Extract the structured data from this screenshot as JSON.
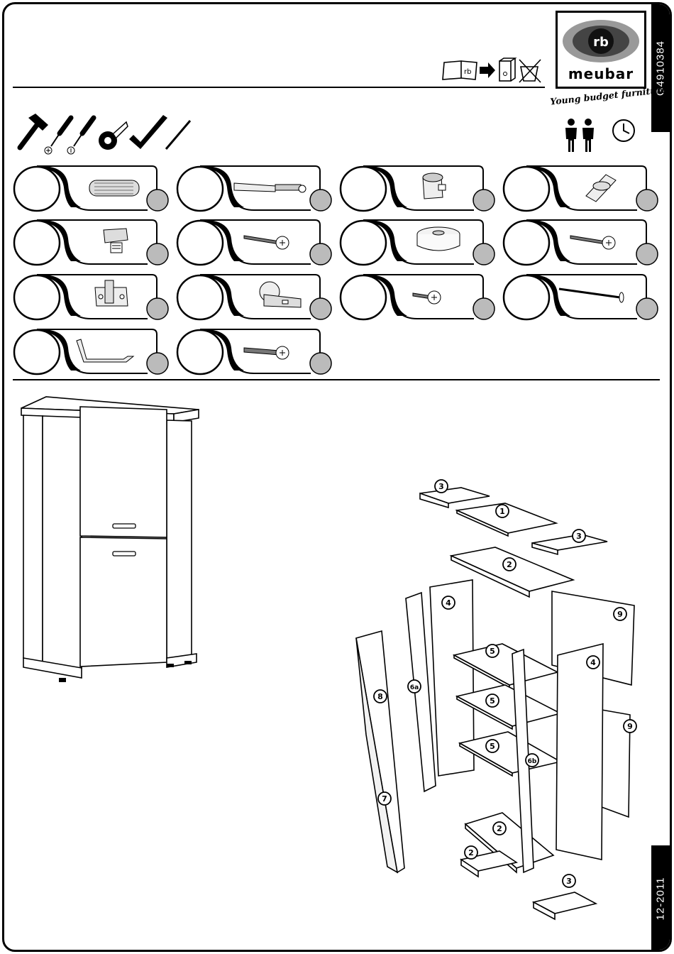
{
  "document": {
    "code": "G4910384",
    "date": "12-2011",
    "brand": "meubar",
    "brand_monogram": "rb",
    "slogan": "Young budget furniture"
  },
  "header_icons": [
    "manual-book-icon",
    "arrow-right-icon",
    "binder-icon",
    "no-wet-cleaning-icon"
  ],
  "tools": [
    "hammer-icon",
    "phillips-screwdriver-icon",
    "flat-screwdriver-icon",
    "tape-measure-icon",
    "square-ruler-icon",
    "pencil-icon"
  ],
  "requirements": [
    "two-persons-icon",
    "clock-icon"
  ],
  "hardware": [
    {
      "icon": "wooden-dowel-icon"
    },
    {
      "icon": "cam-bolt-icon"
    },
    {
      "icon": "cam-lock-icon"
    },
    {
      "icon": "connector-icon"
    },
    {
      "icon": "shelf-support-icon"
    },
    {
      "icon": "wood-screw-icon"
    },
    {
      "icon": "foot-pad-icon"
    },
    {
      "icon": "wood-screw-icon"
    },
    {
      "icon": "hinge-plate-icon"
    },
    {
      "icon": "hinge-icon"
    },
    {
      "icon": "short-screw-icon"
    },
    {
      "icon": "nail-icon"
    },
    {
      "icon": "handle-icon"
    },
    {
      "icon": "handle-screw-icon"
    }
  ],
  "parts": [
    {
      "id": "1"
    },
    {
      "id": "2"
    },
    {
      "id": "3"
    },
    {
      "id": "3"
    },
    {
      "id": "2"
    },
    {
      "id": "4"
    },
    {
      "id": "9"
    },
    {
      "id": "5"
    },
    {
      "id": "5"
    },
    {
      "id": "5"
    },
    {
      "id": "4"
    },
    {
      "id": "6a"
    },
    {
      "id": "8"
    },
    {
      "id": "9"
    },
    {
      "id": "6b"
    },
    {
      "id": "7"
    },
    {
      "id": "2"
    },
    {
      "id": "3"
    },
    {
      "id": "3"
    }
  ]
}
